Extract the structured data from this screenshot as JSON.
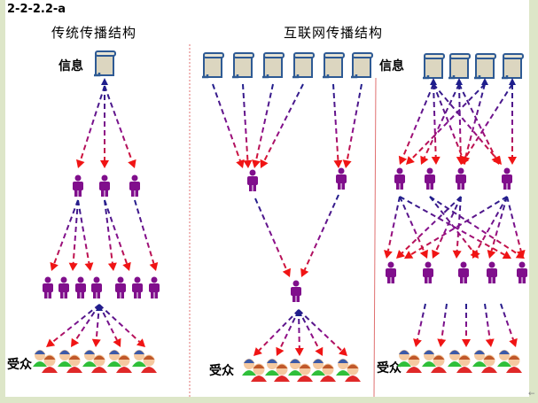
{
  "figure_id": "2-2-2.2-a",
  "colors": {
    "background": "#dde6c8",
    "panel": "#ffffff",
    "divider": "#e07070",
    "arrow_start": "#1e1e8c",
    "arrow_mid": "#8c0f8c",
    "arrow_end": "#f01414",
    "person": "#800f8c",
    "scroll_fill": "#dcd6c0",
    "scroll_stroke": "#2e5a94"
  },
  "panels": [
    {
      "id": "traditional",
      "title": "传统传播结构",
      "info_label": "信息",
      "audience_label": "受众",
      "sources": 1,
      "level1_nodes": 3,
      "level2_nodes": 7,
      "audience_groups": 5
    },
    {
      "id": "internet",
      "title": "互联网传播结构",
      "info_label": "",
      "audience_label": "受众",
      "sources": 6,
      "level1_nodes": 2,
      "level2_nodes": 1,
      "audience_groups": 5
    },
    {
      "id": "internet-mesh",
      "title": "",
      "info_label": "信息",
      "audience_label": "受众",
      "sources": 4,
      "level1_nodes": 4,
      "level2_nodes": 5,
      "audience_groups": 5
    }
  ],
  "corner_mark": "←"
}
